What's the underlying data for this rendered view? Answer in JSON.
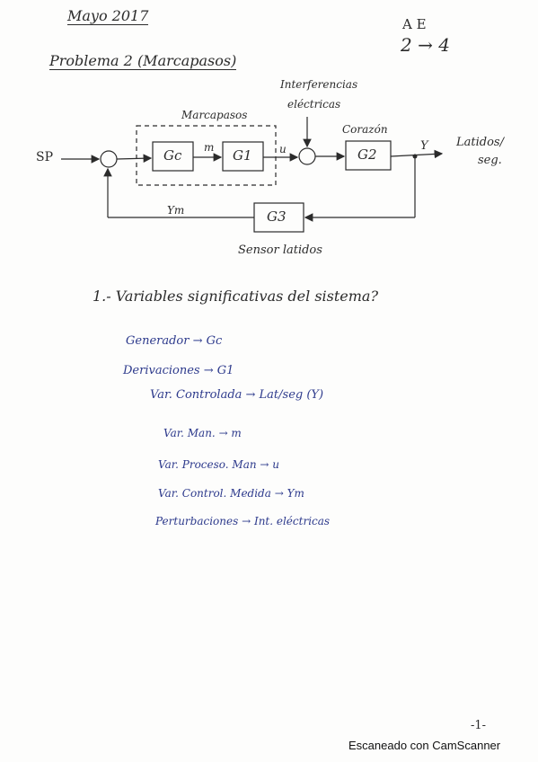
{
  "header": {
    "date": "Mayo 2017",
    "problem": "Problema 2 (Marcapasos)",
    "corner_top": "A  E",
    "corner_bottom": "2 → 4"
  },
  "diagram": {
    "sp": "SP",
    "group_label": "Marcapasos",
    "gc": "Gc",
    "m": "m",
    "g1": "G1",
    "u": "u",
    "interference_line1": "Interferencias",
    "interference_line2": "eléctricas",
    "heart": "Corazón",
    "g2": "G2",
    "y": "Y",
    "beats_line1": "Latidos/",
    "beats_line2": "seg.",
    "ym": "Ym",
    "g3": "G3",
    "sensor": "Sensor latidos"
  },
  "question": {
    "title": "1.- Variables significativas del sistema?"
  },
  "answers": [
    "Generador → Gc",
    "Derivaciones → G1",
    "Var. Controlada → Lat/seg (Y)",
    "Var. Man. → m",
    "Var. Proceso. Man → u",
    "Var. Control. Medida → Ym",
    "Perturbaciones → Int. eléctricas"
  ],
  "page_number": "-1-",
  "scanner_mark": "Escaneado con CamScanner"
}
